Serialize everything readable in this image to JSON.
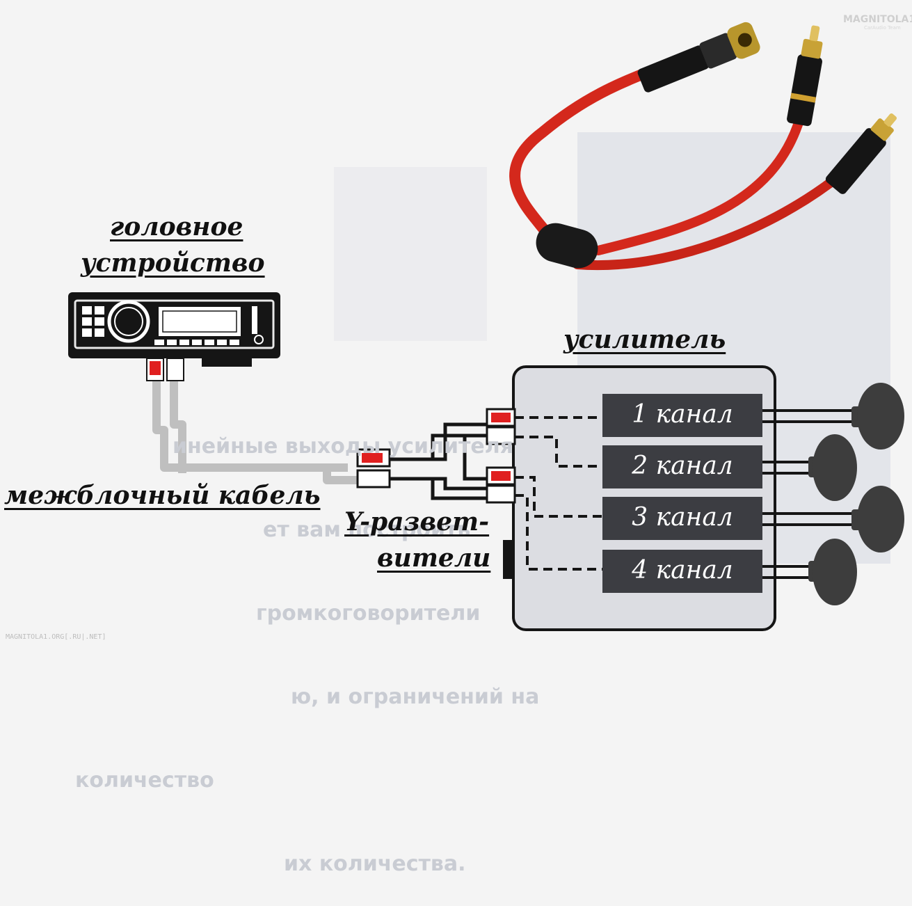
{
  "labels": {
    "head_unit_line1": "головное",
    "head_unit_line2": "устройство",
    "amplifier": "усилитель",
    "interconnect_cable": "межблочный кабель",
    "splitter_line1": "Y-развет-",
    "splitter_line2": "вители"
  },
  "channels": [
    "1 канал",
    "2 канал",
    "3 канал",
    "4 канал"
  ],
  "watermark": "MAGNITOLA1.ORG[.RU|.NET]",
  "brand": {
    "name": "MAGNITOLA1",
    "subtitle": "CarAudio Team"
  },
  "background_print": [
    "инейные выходы усилителя",
    "ет вам построить",
    "громкоговорители",
    "ю, и ограничений на",
    "количество",
    "их количества."
  ],
  "colors": {
    "cable_red": "#d4281c",
    "plug_black": "#151515",
    "amp_body": "#dcdde2",
    "channel_box": "#3c3d42",
    "plug_red": "#e02020",
    "wire_gray": "#bfbfbf",
    "speaker": "#3d3d3d"
  }
}
